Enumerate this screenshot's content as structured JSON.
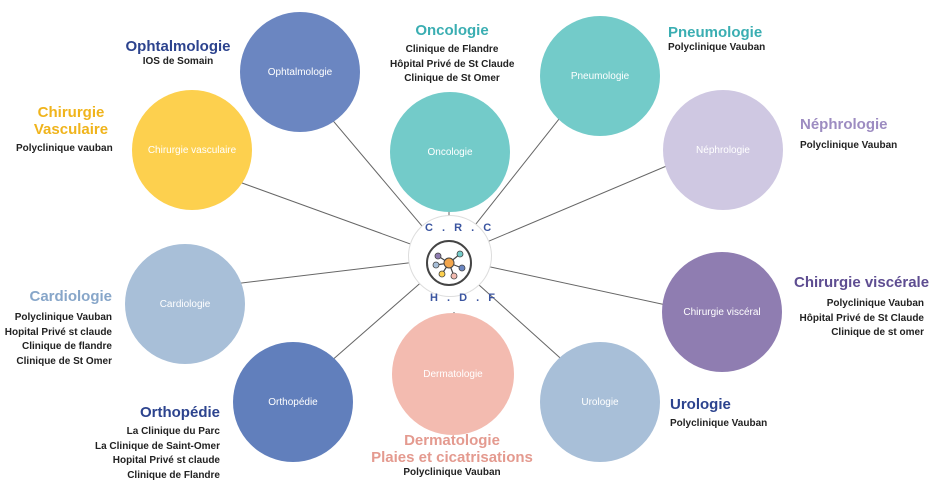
{
  "center": {
    "top": "C . R . C",
    "bottom": "H . D . F",
    "icon": "network-hub-icon"
  },
  "colors": {
    "ophtalmologie": "#6b86c1",
    "oncologie": "#73cbc9",
    "pneumologie": "#73cbc9",
    "nephrologie": "#cfc8e2",
    "chirurgie_vasculaire": "#fdd04e",
    "cardiologie": "#a8bfd8",
    "chirurgie_viscerale": "#8f7db1",
    "orthopedie": "#617fbc",
    "dermatologie": "#f3bbb0",
    "urologie": "#a8bfd8",
    "title_ophtalmologie": "#2c438e",
    "title_oncologie": "#3aaeb2",
    "title_pneumologie": "#3aaeb2",
    "title_nephrologie": "#9d8cc1",
    "title_chirurgie_vasculaire": "#f0b41c",
    "title_cardiologie": "#87a6c9",
    "title_chirurgie_viscerale": "#5e4d91",
    "title_orthopedie": "#2c438e",
    "title_dermatologie": "#e49a8f",
    "title_urologie": "#2c438e"
  },
  "nodes": {
    "ophtalmologie": {
      "circle": "Ophtalmologie",
      "title": "Ophtalmologie",
      "lines": [
        "IOS de Somain"
      ]
    },
    "oncologie": {
      "circle": "Oncologie",
      "title": "Oncologie",
      "lines": [
        "Clinique de Flandre",
        "Hôpital Privé de St Claude",
        "Clinique de St Omer"
      ]
    },
    "pneumologie": {
      "circle": "Pneumologie",
      "title": "Pneumologie",
      "lines": [
        "Polyclinique Vauban"
      ]
    },
    "nephrologie": {
      "circle": "Néphrologie",
      "title": "Néphrologie",
      "lines": [
        "Polyclinique Vauban"
      ]
    },
    "chirurgie_vasculaire": {
      "circle": "Chirurgie vasculaire",
      "title1": "Chirurgie",
      "title2": "Vasculaire",
      "lines": [
        "Polyclinique vauban"
      ]
    },
    "cardiologie": {
      "circle": "Cardiologie",
      "title": "Cardiologie",
      "lines": [
        "Polyclinique Vauban",
        "Hopital Privé st claude",
        "Clinique de flandre",
        "Clinique de St Omer"
      ]
    },
    "chirurgie_viscerale": {
      "circle": "Chirurgie viscéral",
      "title": "Chirurgie viscérale",
      "lines": [
        "Polyclinique Vauban",
        "Hôpital Privé de St Claude",
        "Clinique de st omer"
      ]
    },
    "orthopedie": {
      "circle": "Orthopédie",
      "title": "Orthopédie",
      "lines": [
        "La Clinique du Parc",
        "La Clinique de Saint-Omer",
        "Hopital Privé st claude",
        "Clinique de Flandre"
      ]
    },
    "dermatologie": {
      "circle": "Dermatologie",
      "title1": "Dermatologie",
      "title2": "Plaies et cicatrisations",
      "lines": [
        "Polyclinique Vauban"
      ]
    },
    "urologie": {
      "circle": "Urologie",
      "title": "Urologie",
      "lines": [
        "Polyclinique Vauban"
      ]
    }
  }
}
